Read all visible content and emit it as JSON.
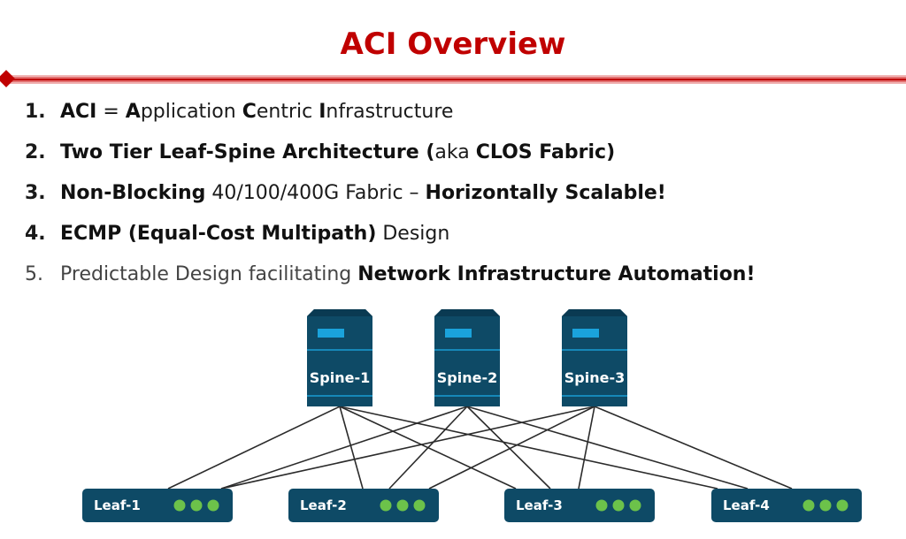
{
  "slide": {
    "title": "ACI Overview",
    "accent_color": "#c00000",
    "points": [
      {
        "number": "1.",
        "segments": [
          {
            "text": "ACI",
            "bold": true
          },
          {
            "text": " = ",
            "bold": false
          },
          {
            "text": "A",
            "bold": true
          },
          {
            "text": "pplication ",
            "bold": false
          },
          {
            "text": "C",
            "bold": true
          },
          {
            "text": "entric ",
            "bold": false
          },
          {
            "text": "I",
            "bold": true
          },
          {
            "text": "nfrastructure",
            "bold": false
          }
        ]
      },
      {
        "number": "2.",
        "segments": [
          {
            "text": "Two Tier Leaf-Spine Architecture (",
            "bold": true
          },
          {
            "text": "aka ",
            "bold": false
          },
          {
            "text": "CLOS Fabric)",
            "bold": true
          }
        ]
      },
      {
        "number": "3.",
        "segments": [
          {
            "text": "Non-Blocking",
            "bold": true
          },
          {
            "text": " 40/100/400G Fabric – ",
            "bold": false
          },
          {
            "text": "Horizontally Scalable!",
            "bold": true
          }
        ]
      },
      {
        "number": "4.",
        "segments": [
          {
            "text": "ECMP (Equal-Cost Multipath)",
            "bold": true
          },
          {
            "text": " Design",
            "bold": false
          }
        ]
      },
      {
        "number": "5.",
        "muted": true,
        "segments": [
          {
            "text": "Predictable Design facilitating ",
            "bold": false
          },
          {
            "text": "Network Infrastructure Automation!",
            "bold": true
          }
        ]
      }
    ]
  },
  "diagram": {
    "colors": {
      "device": "#0e4a66",
      "device_dark": "#0a3a52",
      "accent": "#1aa3dc",
      "status": "#6cc24a",
      "link": "#2b2b2b"
    },
    "spines": [
      {
        "id": "spine-1",
        "label": "Spine-1"
      },
      {
        "id": "spine-2",
        "label": "Spine-2"
      },
      {
        "id": "spine-3",
        "label": "Spine-3"
      }
    ],
    "leaves": [
      {
        "id": "leaf-1",
        "label": "Leaf-1",
        "status_dots": 3
      },
      {
        "id": "leaf-2",
        "label": "Leaf-2",
        "status_dots": 3
      },
      {
        "id": "leaf-3",
        "label": "Leaf-3",
        "status_dots": 3
      },
      {
        "id": "leaf-4",
        "label": "Leaf-4",
        "status_dots": 3
      }
    ],
    "links": [
      [
        "spine-1",
        "leaf-1"
      ],
      [
        "spine-1",
        "leaf-2"
      ],
      [
        "spine-1",
        "leaf-3"
      ],
      [
        "spine-1",
        "leaf-4"
      ],
      [
        "spine-2",
        "leaf-1"
      ],
      [
        "spine-2",
        "leaf-2"
      ],
      [
        "spine-2",
        "leaf-3"
      ],
      [
        "spine-2",
        "leaf-4"
      ],
      [
        "spine-3",
        "leaf-1"
      ],
      [
        "spine-3",
        "leaf-2"
      ],
      [
        "spine-3",
        "leaf-3"
      ],
      [
        "spine-3",
        "leaf-4"
      ]
    ]
  }
}
